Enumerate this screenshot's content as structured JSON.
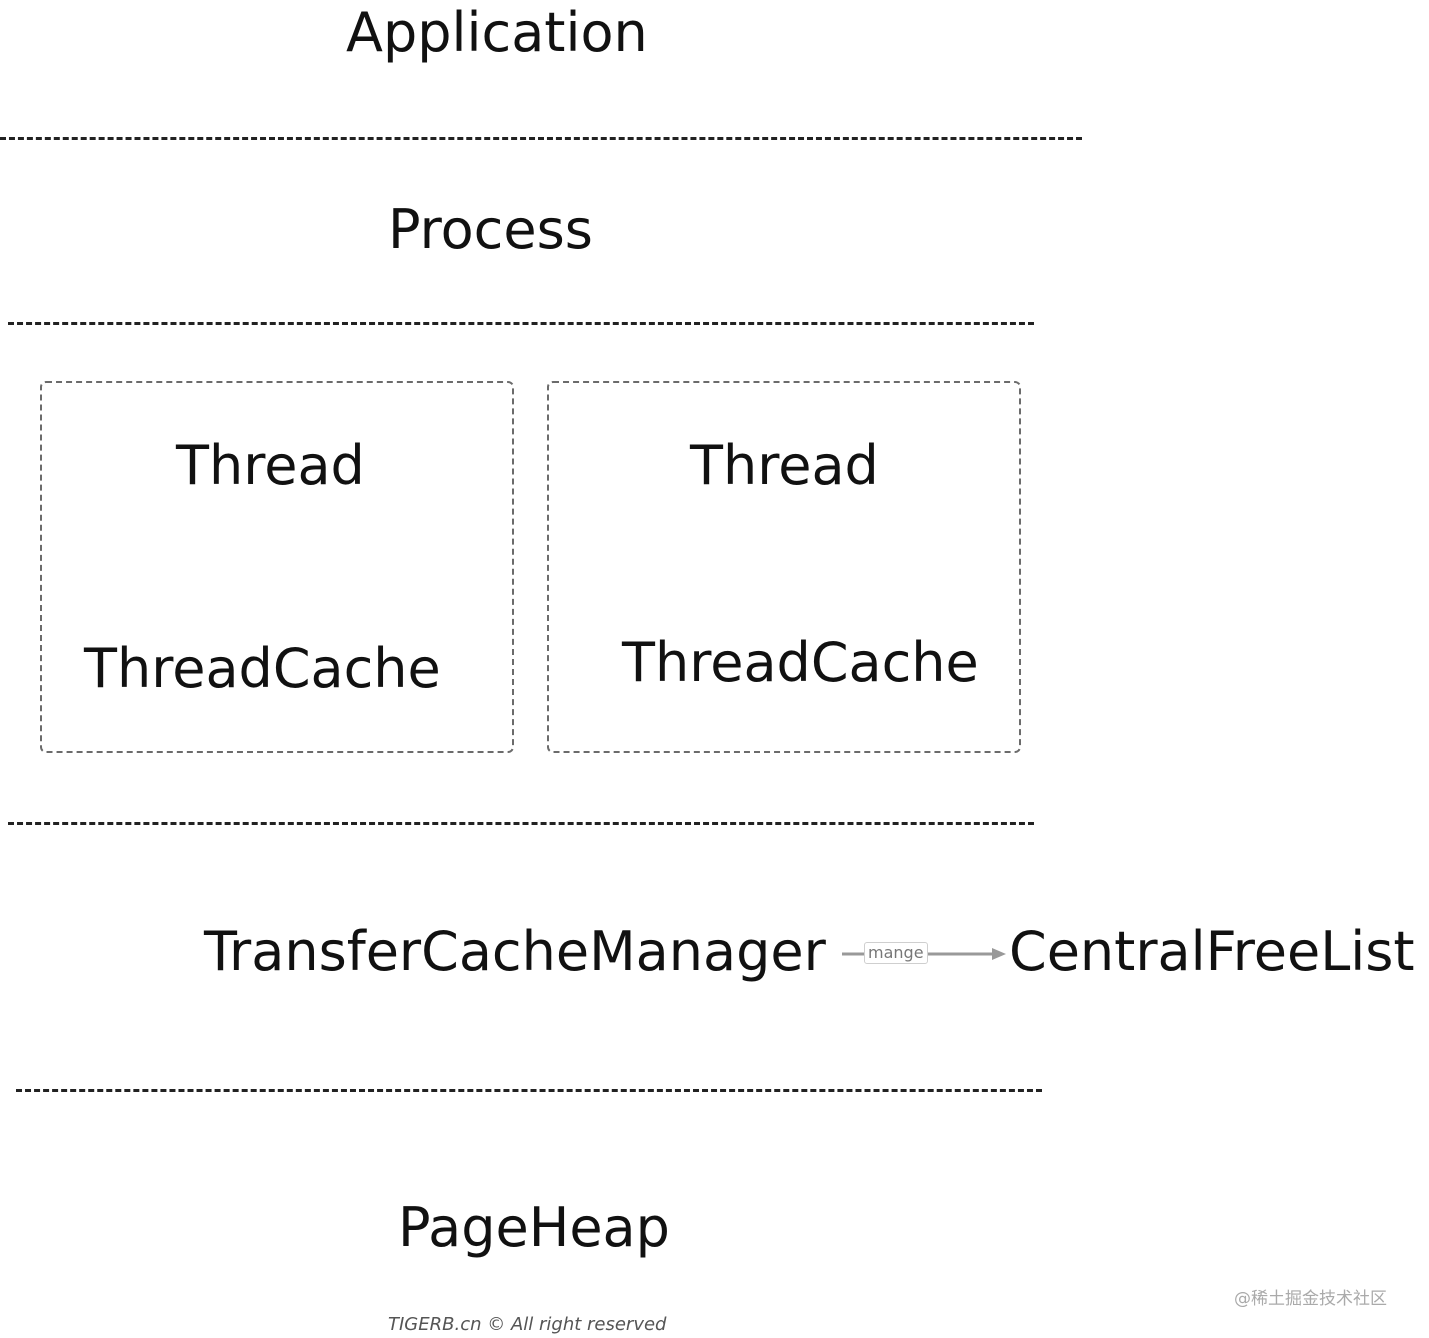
{
  "layers": {
    "application": "Application",
    "process": "Process",
    "transfer_cache_manager": "TransferCacheManager",
    "central_free_list": "CentralFreeList",
    "page_heap": "PageHeap"
  },
  "threads": [
    {
      "thread_label": "Thread",
      "cache_label": "ThreadCache"
    },
    {
      "thread_label": "Thread",
      "cache_label": "ThreadCache"
    }
  ],
  "edge": {
    "from": "TransferCacheManager",
    "to": "CentralFreeList",
    "label": "mange"
  },
  "footer": {
    "copyright": "TIGERB.cn © All right reserved"
  },
  "watermark": "@稀土掘金技术社区",
  "colors": {
    "text": "#111111",
    "divider": "#222222",
    "thread_box_border": "#6b6b6b",
    "arrow": "#999999"
  }
}
